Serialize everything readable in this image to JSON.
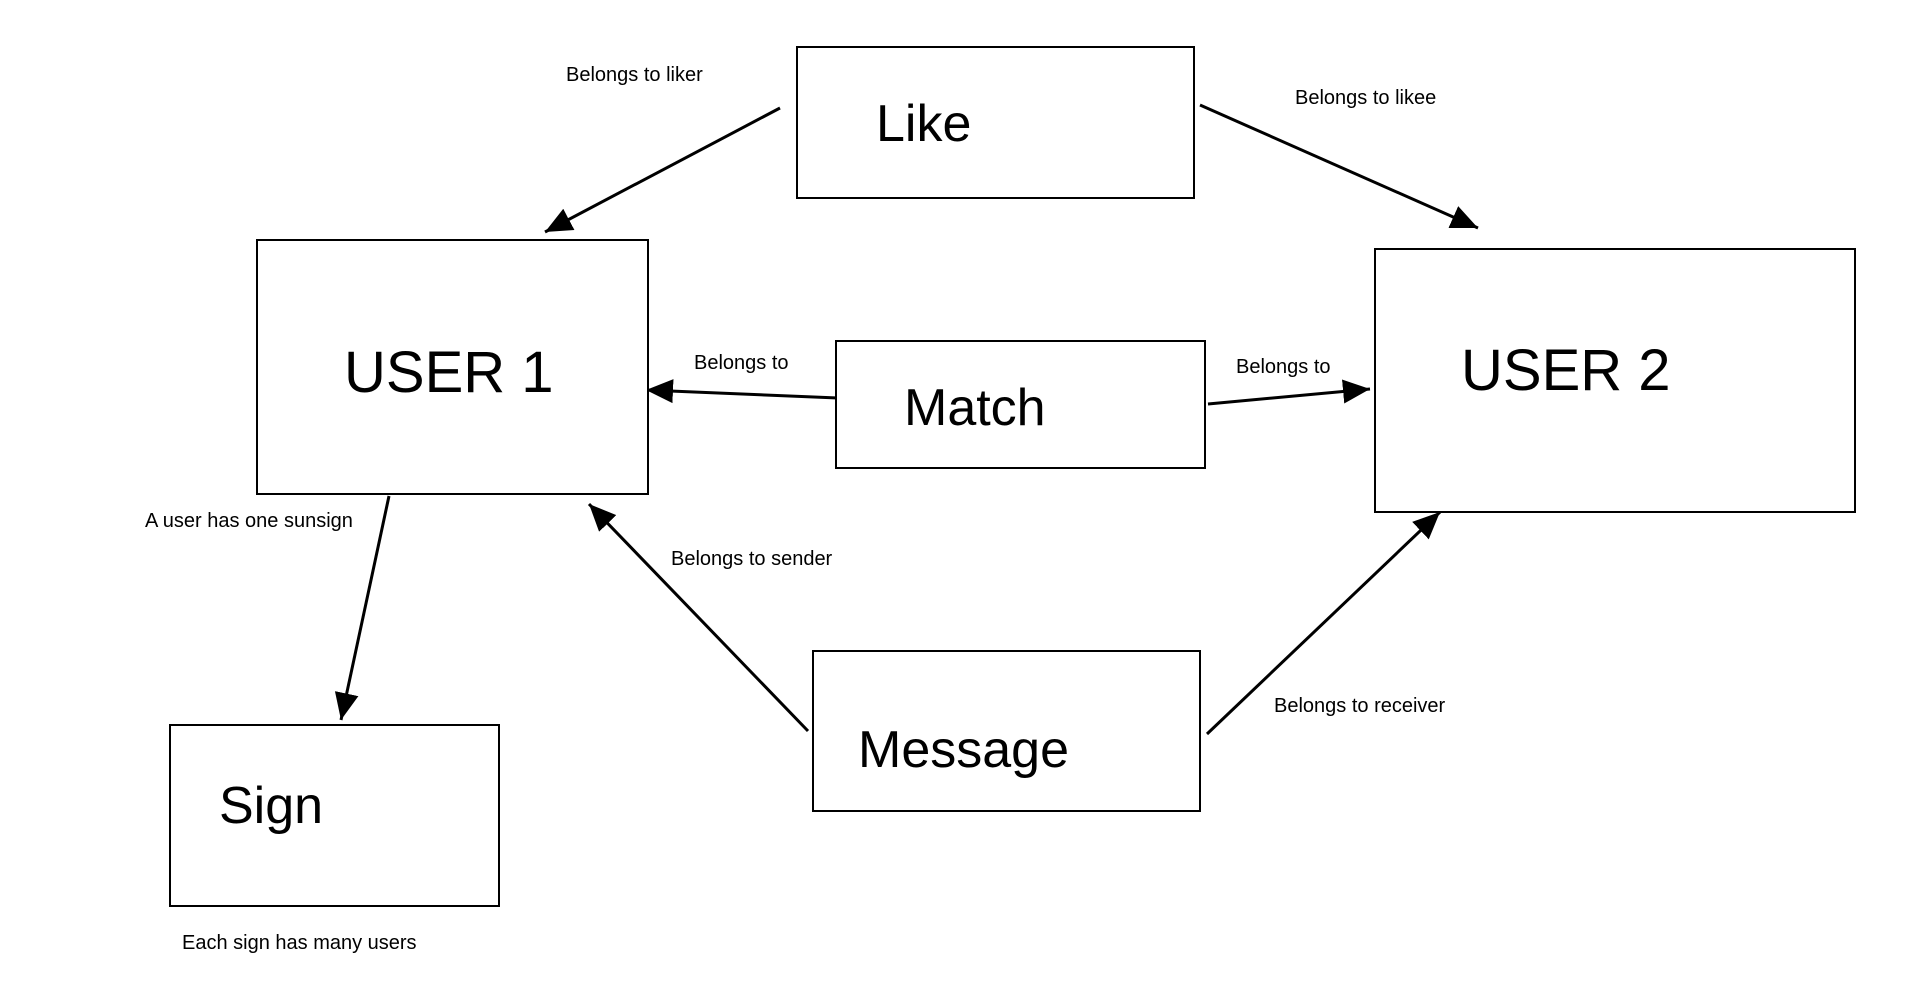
{
  "entities": {
    "like": "Like",
    "user1": "USER 1",
    "user2": "USER 2",
    "match": "Match",
    "message": "Message",
    "sign": "Sign"
  },
  "relations": {
    "like_to_user1": "Belongs to liker",
    "like_to_user2": "Belongs to likee",
    "match_to_user1": "Belongs to",
    "match_to_user2": "Belongs to",
    "message_to_user1": "Belongs to sender",
    "message_to_user2": "Belongs to receiver",
    "user_to_sign": "A user has one sunsign",
    "sign_to_users": "Each sign has many users"
  },
  "colors": {
    "stroke": "#000000",
    "background": "#ffffff"
  }
}
